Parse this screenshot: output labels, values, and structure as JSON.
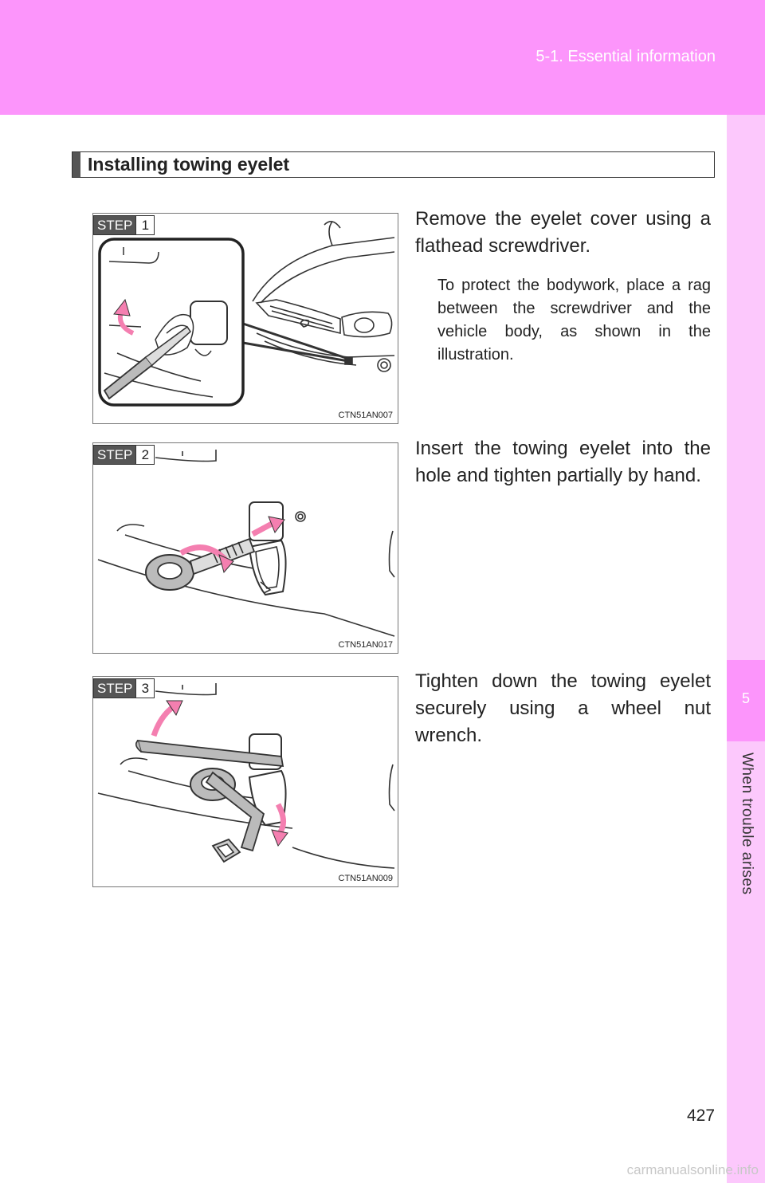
{
  "header": {
    "section": "5-1. Essential information"
  },
  "side_tab": {
    "number": "5",
    "label": "When trouble arises"
  },
  "section": {
    "title": "Installing towing eyelet"
  },
  "steps": [
    {
      "badge_word": "STEP",
      "badge_num": "1",
      "fig_code": "CTN51AN007",
      "text": "Remove the eyelet cover using a flathead screwdriver.",
      "note": "To protect the bodywork, place a rag between the screwdriver and the vehicle body, as shown in the illustration."
    },
    {
      "badge_word": "STEP",
      "badge_num": "2",
      "fig_code": "CTN51AN017",
      "text": "Insert the towing eyelet into the hole and tighten partially by hand."
    },
    {
      "badge_word": "STEP",
      "badge_num": "3",
      "fig_code": "CTN51AN009",
      "text": "Tighten down the towing eyelet securely using a wheel nut wrench."
    }
  ],
  "page_number": "427",
  "watermark": "carmanualsonline.info",
  "colors": {
    "header_pink": "#fc95fb",
    "tab_light_pink": "#fcc8fc",
    "arrow_pink": "#f47fb0"
  }
}
